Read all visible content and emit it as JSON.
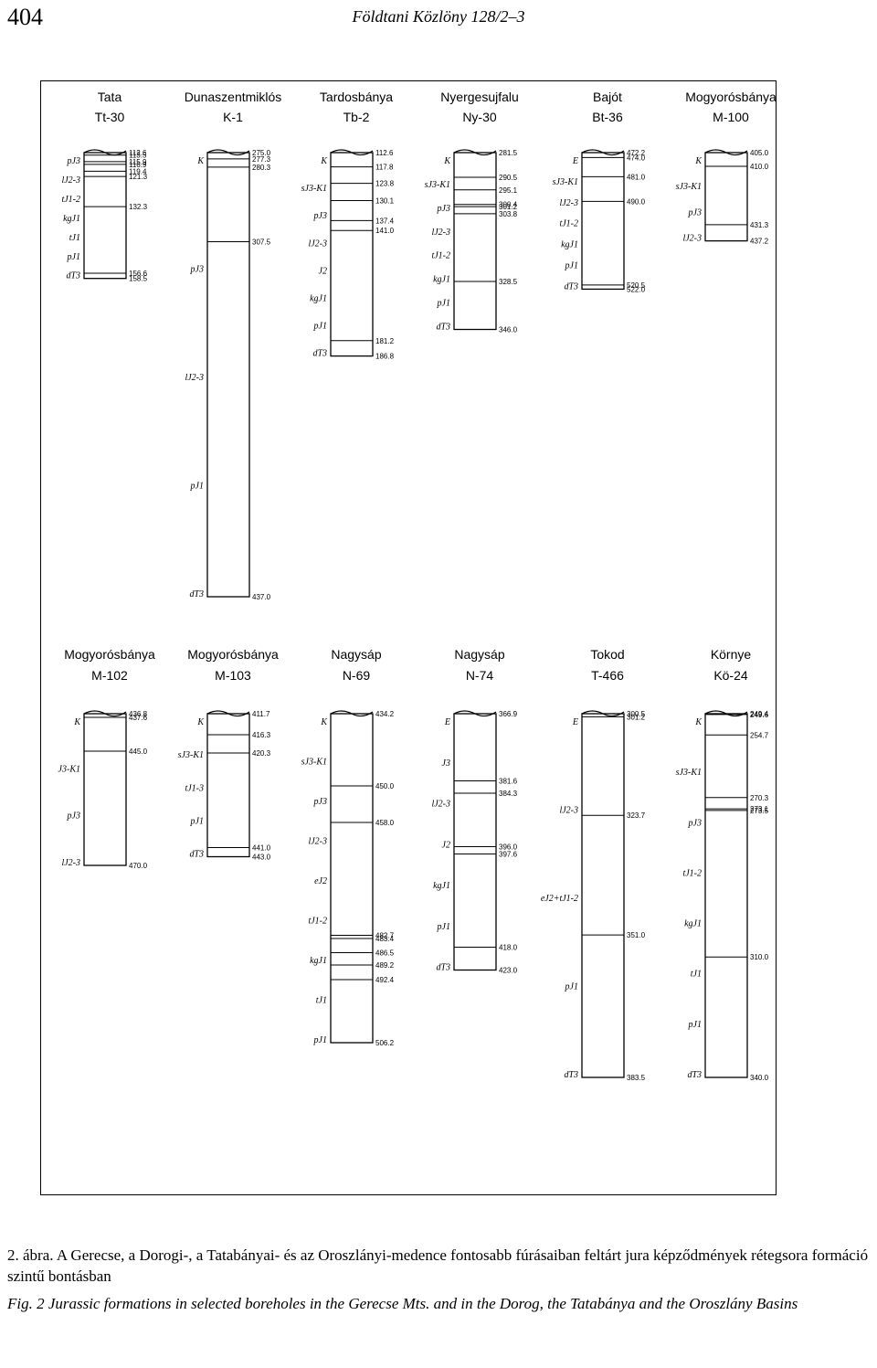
{
  "page": {
    "number": "404",
    "journal": "Földtani Közlöny 128/2–3"
  },
  "caption_hu": {
    "label": "2. ábra.",
    "text": "A Gerecse, a Dorogi-, a Tatabányai- és az Oroszlányi-medence fontosabb fúrásaiban feltárt jura képződmények rétegsora formáció szintű bontásban"
  },
  "caption_en": {
    "label": "Fig. 2",
    "text": "Jurassic formations in selected boreholes in the Gerecse Mts. and in the Dorog, the Tatabánya and the Oroszlány Basins"
  },
  "boreholes": [
    {
      "name": "Tata",
      "code": "Tt-30",
      "top": 112.6,
      "bottom": 158.5,
      "depths": [
        "112.6",
        "113.5",
        "115.9",
        "116.9",
        "119.4",
        "121.3",
        "132.3",
        "156.6",
        "158.5"
      ],
      "labels": [
        "pJ3",
        "lJ2-3",
        "tJ1-2",
        "kgJ1",
        "tJ1",
        "pJ1",
        "dT3"
      ]
    },
    {
      "name": "Dunaszentmiklós",
      "code": "K-1",
      "top": 275.0,
      "bottom": 437.0,
      "depths": [
        "275.0",
        "277.3",
        "280.3",
        "307.5",
        "437.0"
      ],
      "labels": [
        "K",
        "pJ3",
        "lJ2-3",
        "pJ1",
        "dT3"
      ]
    },
    {
      "name": "Tardosbánya",
      "code": "Tb-2",
      "top": 112.6,
      "bottom": 186.8,
      "depths": [
        "112.6",
        "117.8",
        "123.8",
        "130.1",
        "137.4",
        "141.0",
        "181.2",
        "186.8"
      ],
      "labels": [
        "K",
        "sJ3-K1",
        "pJ3",
        "lJ2-3",
        "J2",
        "kgJ1",
        "pJ1",
        "dT3"
      ]
    },
    {
      "name": "Nyergesujfalu",
      "code": "Ny-30",
      "top": 281.5,
      "bottom": 346.0,
      "depths": [
        "281.5",
        "290.5",
        "295.1",
        "300.4",
        "301.2",
        "303.8",
        "328.5",
        "346.0"
      ],
      "labels": [
        "K",
        "sJ3-K1",
        "pJ3",
        "lJ2-3",
        "tJ1-2",
        "kgJ1",
        "pJ1",
        "dT3"
      ]
    },
    {
      "name": "Bajót",
      "code": "Bt-36",
      "top": 472.2,
      "bottom": 522.0,
      "depths": [
        "472.2",
        "474.0",
        "481.0",
        "490.0",
        "520.5",
        "522.0"
      ],
      "labels": [
        "E",
        "sJ3-K1",
        "lJ2-3",
        "tJ1-2",
        "kgJ1",
        "pJ1",
        "dT3"
      ]
    },
    {
      "name": "Mogyorósbánya",
      "code": "M-100",
      "top": 405.0,
      "bottom": 437.2,
      "depths": [
        "405.0",
        "410.0",
        "431.3",
        "437.2"
      ],
      "labels": [
        "K",
        "sJ3-K1",
        "pJ3",
        "lJ2-3"
      ]
    },
    {
      "name": "Mogyorósbánya",
      "code": "M-102",
      "top": 436.8,
      "bottom": 470.0,
      "depths": [
        "436.8",
        "437.6",
        "445.0",
        "470.0"
      ],
      "labels": [
        "K",
        "J3-K1",
        "pJ3",
        "lJ2-3"
      ]
    },
    {
      "name": "Mogyorósbánya",
      "code": "M-103",
      "top": 411.7,
      "bottom": 443.0,
      "depths": [
        "411.7",
        "416.3",
        "420.3",
        "441.0",
        "443.0"
      ],
      "labels": [
        "K",
        "sJ3-K1",
        "tJ1-3",
        "pJ1",
        "dT3"
      ]
    },
    {
      "name": "Nagysáp",
      "code": "N-69",
      "top": 434.2,
      "bottom": 506.2,
      "depths": [
        "434.2",
        "450.0",
        "458.0",
        "482.7",
        "483.4",
        "486.5",
        "489.2",
        "492.4",
        "506.2"
      ],
      "labels": [
        "K",
        "sJ3-K1",
        "pJ3",
        "lJ2-3",
        "eJ2",
        "tJ1-2",
        "kgJ1",
        "tJ1",
        "pJ1"
      ]
    },
    {
      "name": "Nagysáp",
      "code": "N-74",
      "top": 366.9,
      "bottom": 423.0,
      "depths": [
        "366.9",
        "381.6",
        "384.3",
        "396.0",
        "397.6",
        "418.0",
        "423.0"
      ],
      "labels": [
        "E",
        "J3",
        "lJ2-3",
        "J2",
        "kgJ1",
        "pJ1",
        "dT3"
      ]
    },
    {
      "name": "Tokod",
      "code": "T-466",
      "top": 300.5,
      "bottom": 383.5,
      "depths": [
        "300.5",
        "301.2",
        "323.7",
        "351.0",
        "383.5"
      ],
      "labels": [
        "E",
        "lJ2-3",
        "eJ2+tJ1-2",
        "pJ1",
        "dT3"
      ]
    },
    {
      "name": "Környe",
      "code": "Kö-24",
      "top": 249.4,
      "bottom": 340.0,
      "depths": [
        "249.4",
        "249.6",
        "254.7",
        "270.3",
        "273.1",
        "273.5",
        "310.0",
        "340.0"
      ],
      "labels": [
        "K",
        "sJ3-K1",
        "pJ3",
        "tJ1-2",
        "kgJ1",
        "tJ1",
        "pJ1",
        "dT3"
      ]
    }
  ]
}
